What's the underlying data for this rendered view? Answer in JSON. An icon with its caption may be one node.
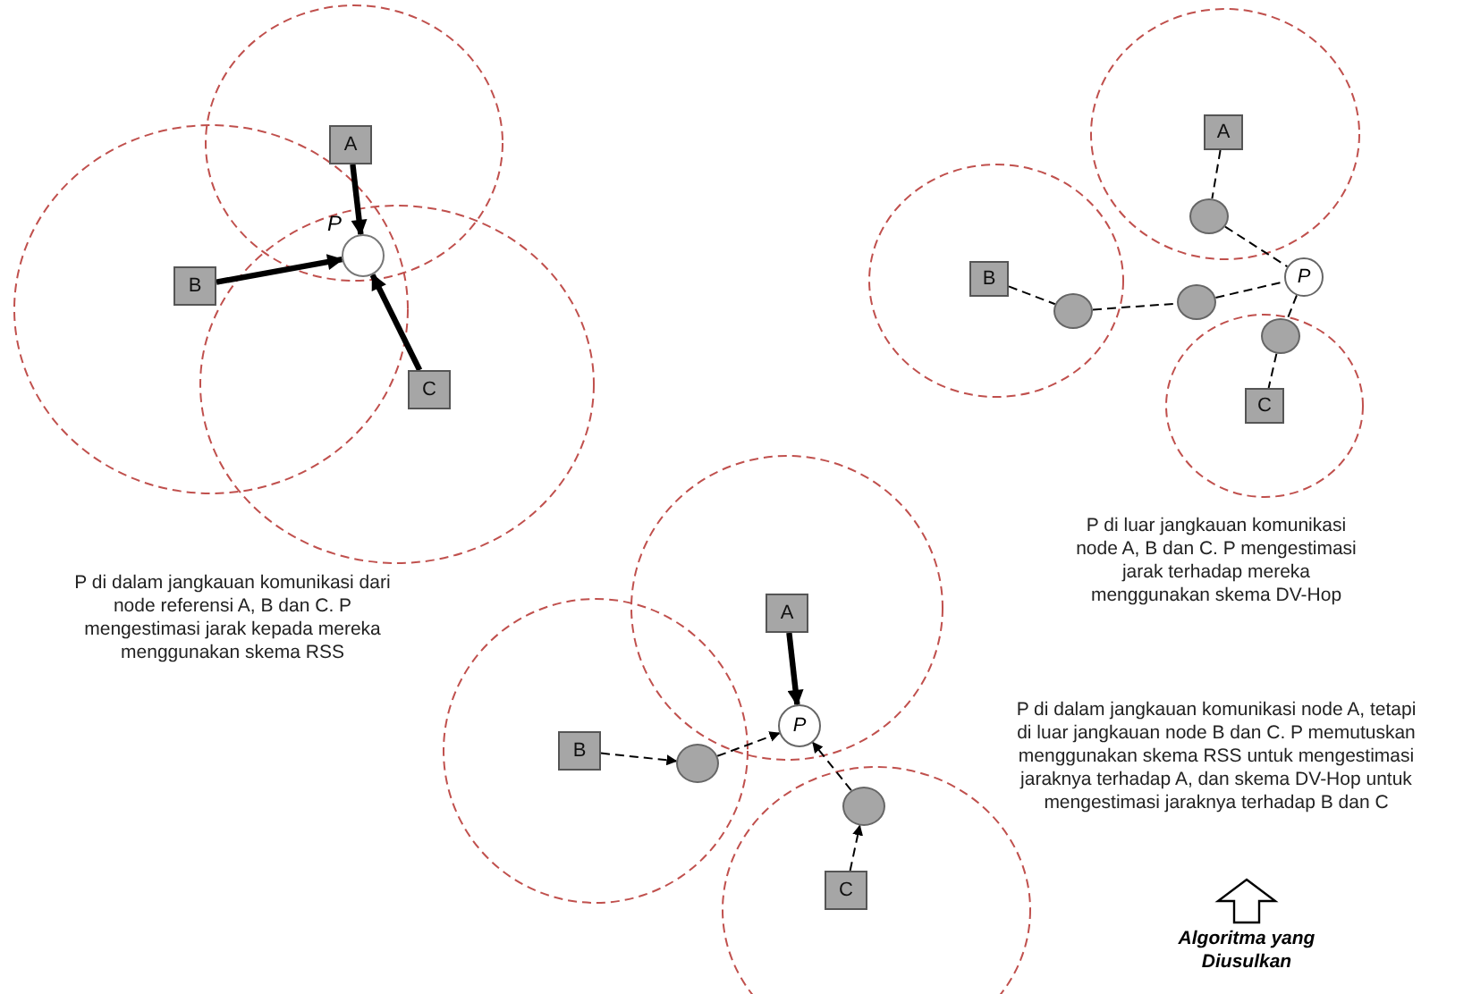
{
  "diagram": {
    "nodes": [
      {
        "text": [
          "A"
        ]
      },
      {
        "text": [
          "B"
        ]
      },
      {
        "text": [
          "C"
        ]
      },
      {
        "text": [
          "P"
        ]
      },
      {
        "text": [
          "A"
        ]
      },
      {
        "text": [
          "B"
        ]
      },
      {
        "text": [
          "C"
        ]
      },
      {
        "text": [
          "P"
        ]
      },
      {
        "text": [],
        "shape": "circle"
      },
      {
        "text": [],
        "shape": "circle"
      },
      {
        "text": [],
        "shape": "circle"
      },
      {
        "text": [],
        "shape": "circle"
      },
      {
        "text": [
          "A"
        ]
      },
      {
        "text": [
          "B"
        ]
      },
      {
        "text": [
          "C"
        ]
      },
      {
        "text": [
          "P"
        ]
      },
      {
        "text": [],
        "shape": "circle"
      },
      {
        "text": [],
        "shape": "circle"
      }
    ],
    "edges": [
      {
        "from": 0,
        "to": 3,
        "arrow": "to",
        "style": "thick"
      },
      {
        "from": 1,
        "to": 3,
        "arrow": "to",
        "style": "thick"
      },
      {
        "from": 2,
        "to": 3,
        "arrow": "to",
        "style": "thick"
      },
      {
        "from": 4,
        "to": 10,
        "arrow": "none",
        "style": "dashed"
      },
      {
        "from": 10,
        "to": 7,
        "arrow": "none",
        "style": "dashed"
      },
      {
        "from": 5,
        "to": 8,
        "arrow": "none",
        "style": "dashed"
      },
      {
        "from": 8,
        "to": 9,
        "arrow": "none",
        "style": "dashed"
      },
      {
        "from": 9,
        "to": 7,
        "arrow": "none",
        "style": "dashed"
      },
      {
        "from": 7,
        "to": 11,
        "arrow": "none",
        "style": "dashed"
      },
      {
        "from": 11,
        "to": 6,
        "arrow": "none",
        "style": "dashed"
      },
      {
        "from": 12,
        "to": 15,
        "arrow": "to",
        "style": "thick"
      },
      {
        "from": 13,
        "to": 16,
        "arrow": "to",
        "style": "dashed"
      },
      {
        "from": 16,
        "to": 15,
        "arrow": "to",
        "style": "dashed"
      },
      {
        "from": 14,
        "to": 17,
        "arrow": "to",
        "style": "dashed"
      },
      {
        "from": 17,
        "to": 15,
        "arrow": "to",
        "style": "dashed"
      }
    ],
    "labels": [
      "P di dalam jangkauan komunikasi dari node referensi  A, B dan C. P mengestimasi jarak kepada mereka menggunakan skema RSS",
      "P di luar jangkauan komunikasi node A, B dan C. P mengestimasi jarak terhadap mereka menggunakan skema DV-Hop",
      "P di dalam jangkauan komunikasi node A, tetapi di luar jangkauan node B dan C. P memutuskan menggunakan skema RSS untuk mengestimasi jaraknya terhadap A, dan skema  DV-Hop untuk mengestimasi jaraknya terhadap B dan C",
      "Algoritma yang Diusulkan"
    ]
  }
}
